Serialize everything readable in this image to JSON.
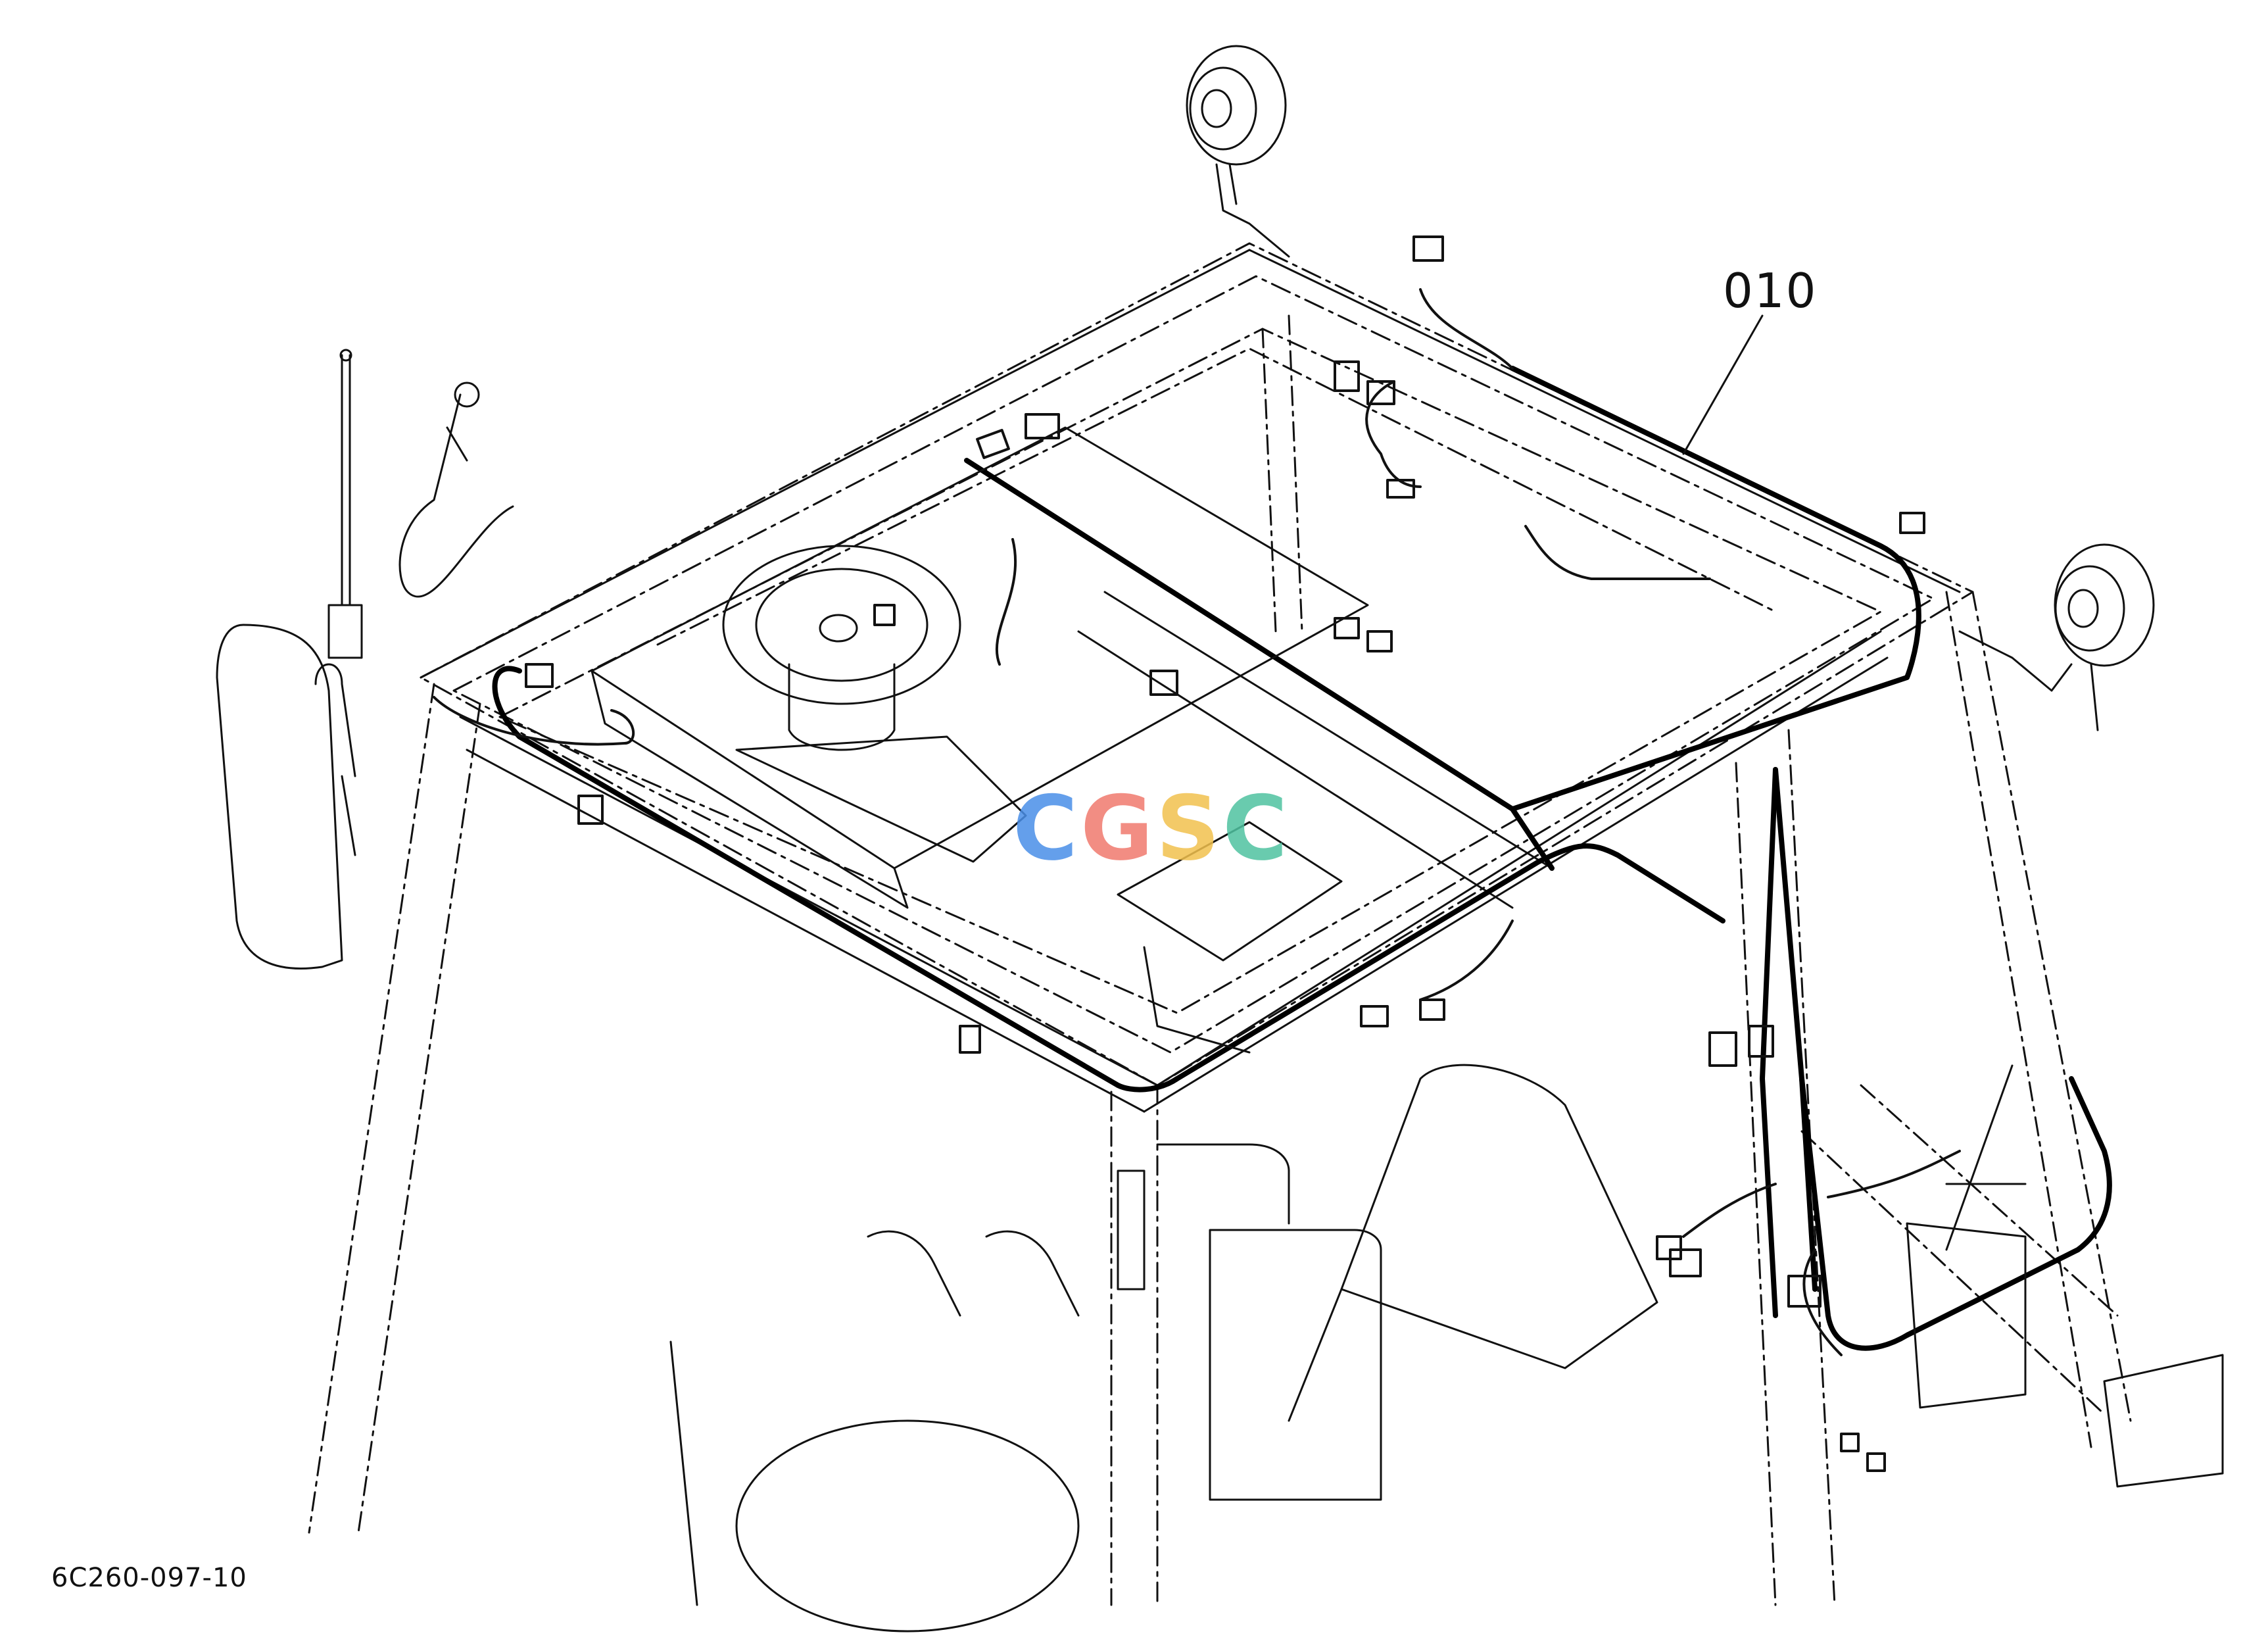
{
  "diagram": {
    "callout_label": "010",
    "figure_code": "6C260-097-10"
  },
  "watermark": {
    "letters": [
      "C",
      "G",
      "S",
      "C"
    ],
    "colors": [
      "#4a8fe8",
      "#f07a6e",
      "#f2c14e",
      "#4fc3a1"
    ]
  },
  "colors": {
    "line": "#111111",
    "harness": "#000000",
    "background": "#ffffff"
  }
}
